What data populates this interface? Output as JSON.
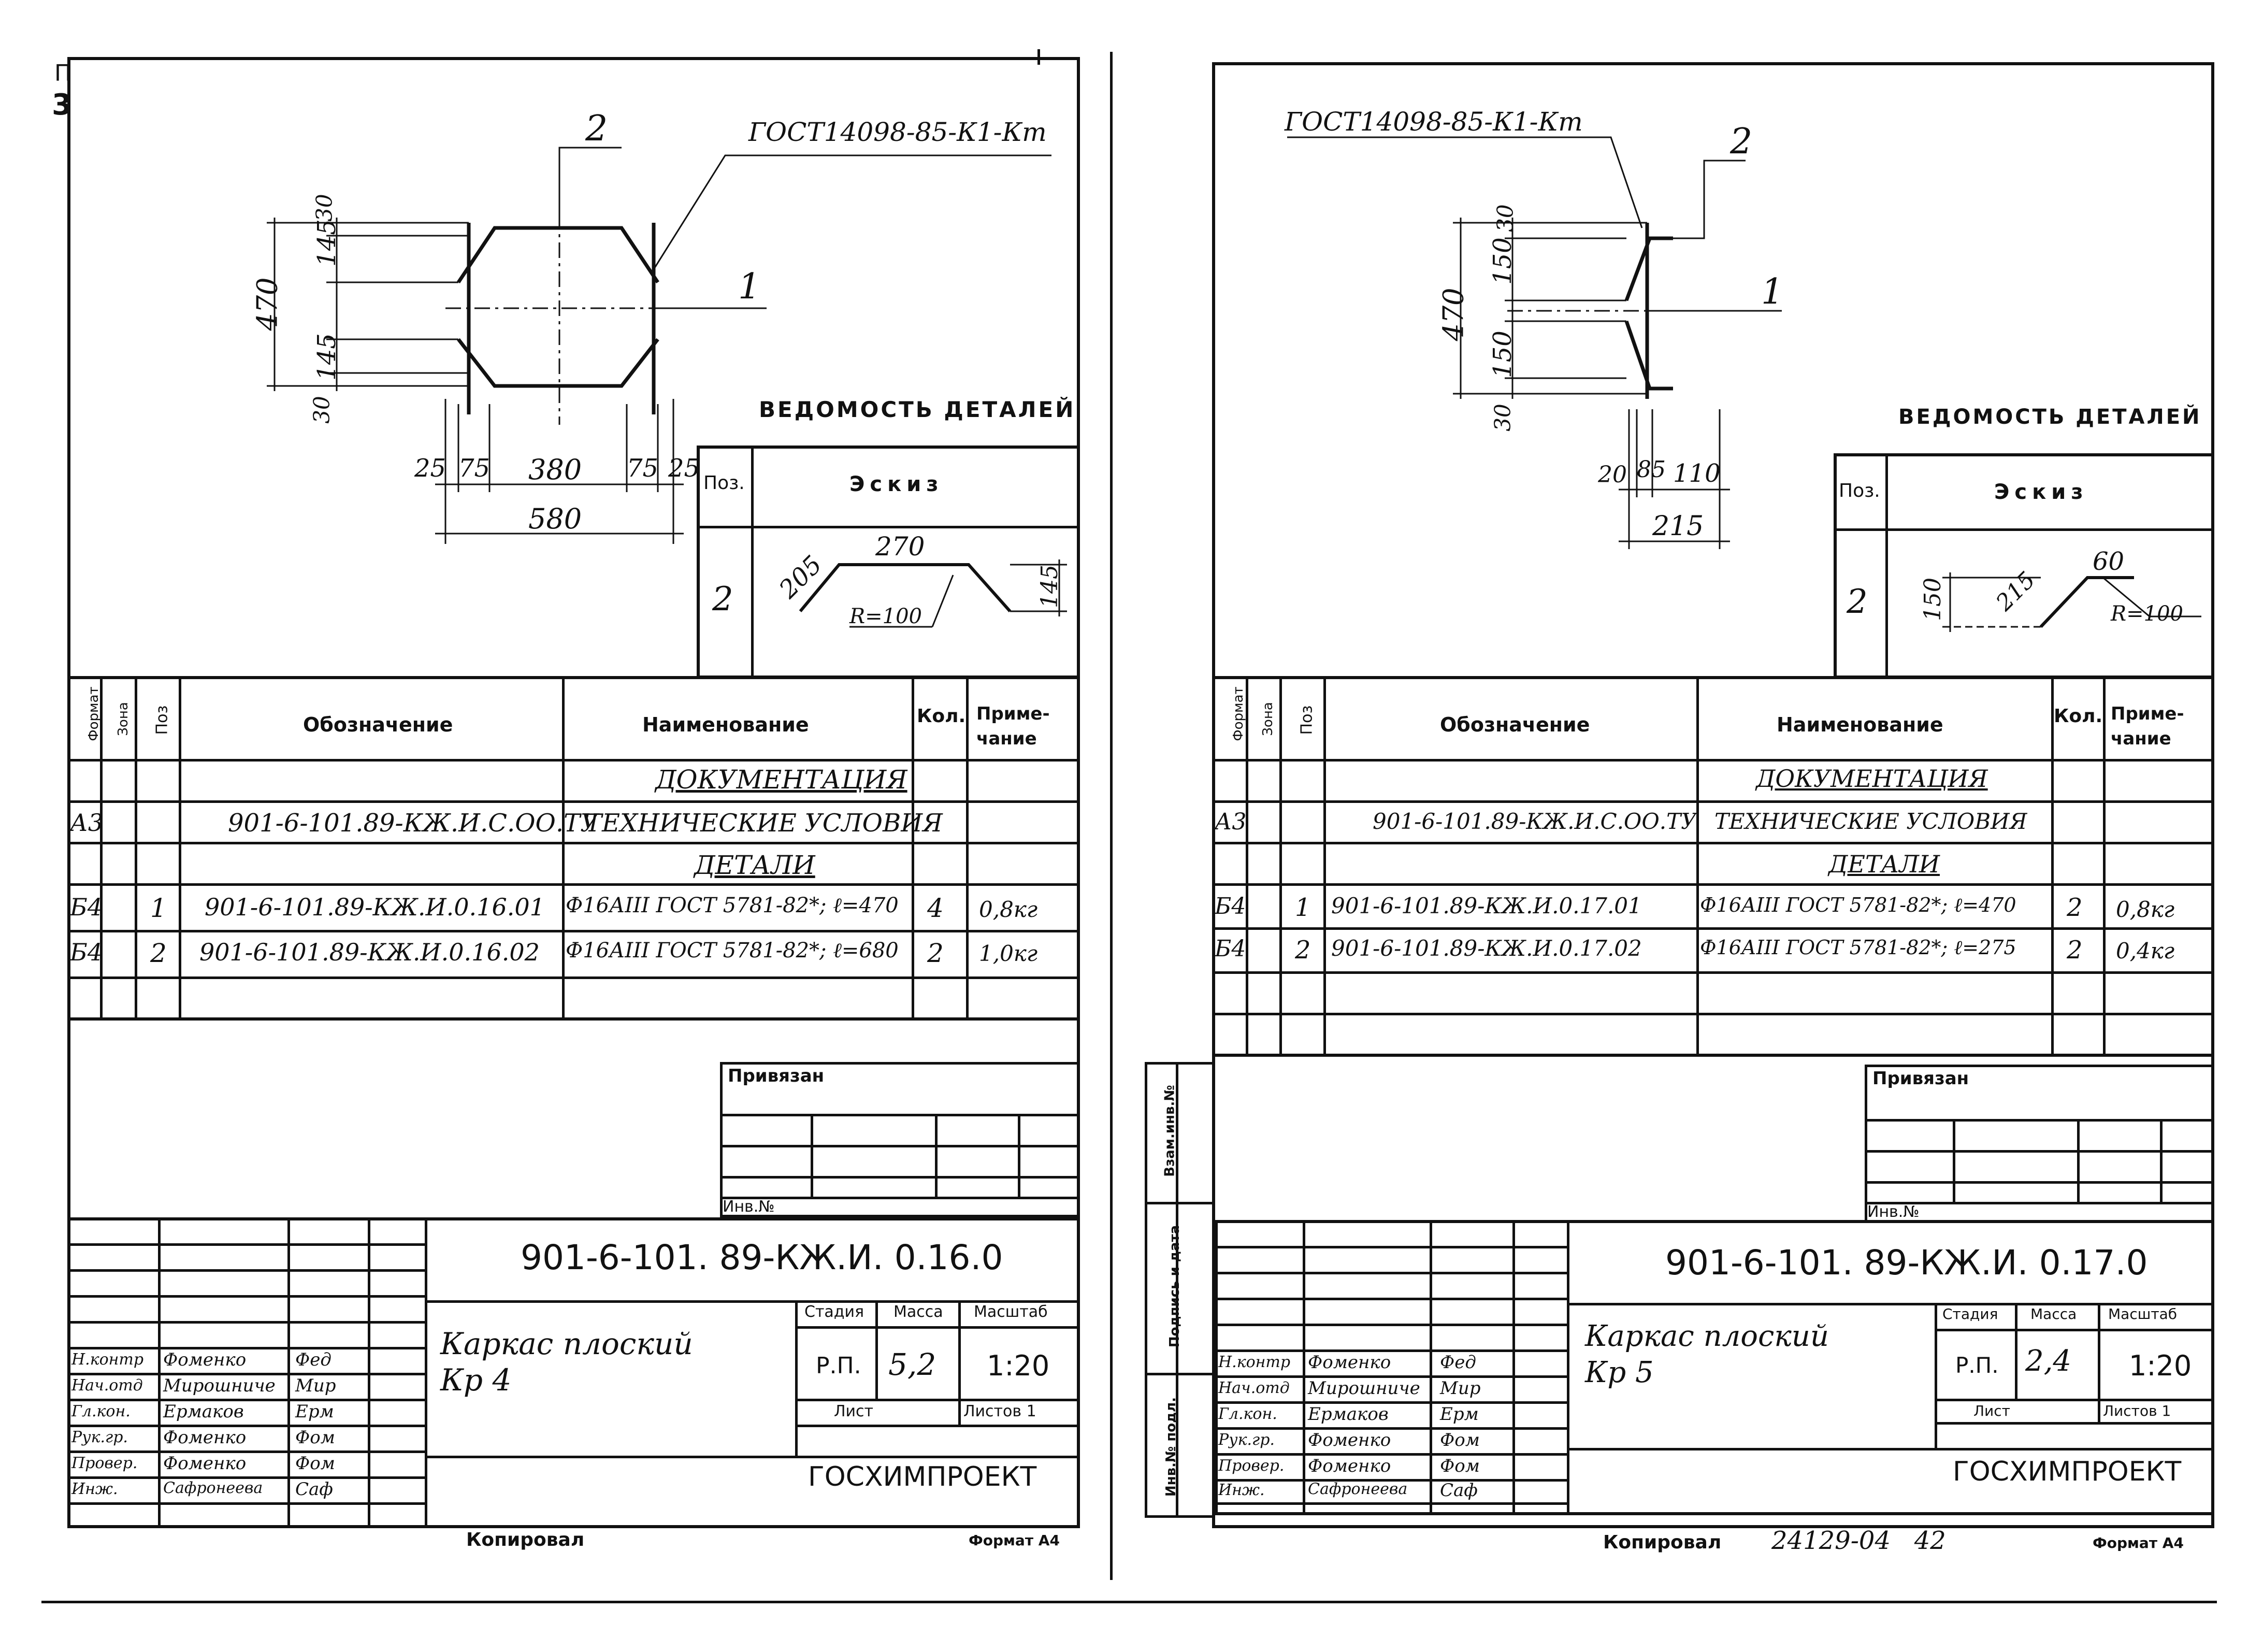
{
  "margin_marks": [
    "П",
    "3"
  ],
  "sheets": [
    {
      "id": "left",
      "weld_note": "ГОСТ14098-85-К1-Кт",
      "callout_a": "2",
      "callout_b": "1",
      "dims": {
        "h_total": "470",
        "h1": "145",
        "h2": "145",
        "t1": "30",
        "t2": "30",
        "w1": "25",
        "w2": "75",
        "w3": "380",
        "w4": "75",
        "w5": "25",
        "w_total": "580"
      },
      "details_title": "ВЕДОМОСТЬ ДЕТАЛЕЙ",
      "details_header": {
        "pos": "Поз.",
        "sketch": "Эскиз"
      },
      "details_row": {
        "pos": "2",
        "a": "205",
        "b": "270",
        "c": "145",
        "r": "R=100"
      },
      "spec_header": {
        "format": "Формат",
        "zone": "Зона",
        "pos": "Поз",
        "designation": "Обозначение",
        "name": "Наименование",
        "qty": "Кол.",
        "note": "Приме-\nчание"
      },
      "spec_rows": [
        {
          "format": "",
          "zone": "",
          "pos": "",
          "designation": "",
          "name": "ДОКУМЕНТАЦИЯ",
          "qty": "",
          "note": "",
          "heading": true
        },
        {
          "format": "А3",
          "zone": "",
          "pos": "",
          "designation": "901-6-101.89-КЖ.И.С.ОО.ТУ",
          "name": "ТЕХНИЧЕСКИЕ УСЛОВИЯ",
          "qty": "",
          "note": ""
        },
        {
          "format": "",
          "zone": "",
          "pos": "",
          "designation": "",
          "name": "ДЕТАЛИ",
          "qty": "",
          "note": "",
          "heading": true
        },
        {
          "format": "Б4",
          "zone": "",
          "pos": "1",
          "designation": "901-6-101.89-КЖ.И.0.16.01",
          "name": "Ф16АIII ГОСТ 5781-82*; ℓ=470",
          "qty": "4",
          "note": "0,8кг"
        },
        {
          "format": "Б4",
          "zone": "",
          "pos": "2",
          "designation": "901-6-101.89-КЖ.И.0.16.02",
          "name": "Ф16АIII ГОСТ 5781-82*; ℓ=680",
          "qty": "2",
          "note": "1,0кг"
        }
      ],
      "bound": {
        "label": "Привязан",
        "inv": "Инв.№"
      },
      "code": "901-6-101. 89-КЖ.И. 0.16.0",
      "title": "Каркас плоский\nКр 4",
      "stage_hdr": {
        "stage": "Стадия",
        "mass": "Масса",
        "scale": "Масштаб"
      },
      "stage_vals": {
        "stage": "Р.П.",
        "mass": "5,2",
        "scale": "1:20"
      },
      "sheet_hdr": {
        "sheet": "Лист",
        "sheets": "Листов 1"
      },
      "org": "ГОСХИМПРОЕКТ",
      "roles": [
        {
          "role": "Н.контр",
          "name": "Фоменко",
          "sign": "Фед"
        },
        {
          "role": "Нач.отд",
          "name": "Мирошниче",
          "sign": "Мир"
        },
        {
          "role": "Гл.кон.",
          "name": "Ермаков",
          "sign": "Ерм"
        },
        {
          "role": "Рук.гр.",
          "name": "Фоменко",
          "sign": "Фом"
        },
        {
          "role": "Провер.",
          "name": "Фоменко",
          "sign": "Фом"
        },
        {
          "role": "Инж.",
          "name": "Сафронеева",
          "sign": "Саф"
        }
      ],
      "copied": "Копировал",
      "format_label": "Формат А4",
      "footer_extra": ""
    },
    {
      "id": "right",
      "weld_note": "ГОСТ14098-85-К1-Кт",
      "callout_a": "2",
      "callout_b": "1",
      "dims": {
        "h_total": "470",
        "h1": "150",
        "h2": "150",
        "t1": "30",
        "t2": "30",
        "w1": "20",
        "w2": "85",
        "w3": "110",
        "w_total": "215"
      },
      "details_title": "ВЕДОМОСТЬ ДЕТАЛЕЙ",
      "details_header": {
        "pos": "Поз.",
        "sketch": "Эскиз"
      },
      "details_row": {
        "pos": "2",
        "a": "150",
        "b": "215",
        "c": "60",
        "r": "R=100"
      },
      "spec_header": {
        "format": "Формат",
        "zone": "Зона",
        "pos": "Поз",
        "designation": "Обозначение",
        "name": "Наименование",
        "qty": "Кол.",
        "note": "Приме-\nчание"
      },
      "spec_rows": [
        {
          "format": "",
          "zone": "",
          "pos": "",
          "designation": "",
          "name": "ДОКУМЕНТАЦИЯ",
          "qty": "",
          "note": "",
          "heading": true
        },
        {
          "format": "А3",
          "zone": "",
          "pos": "",
          "designation": "901-6-101.89-КЖ.И.С.ОО.ТУ",
          "name": "ТЕХНИЧЕСКИЕ УСЛОВИЯ",
          "qty": "",
          "note": ""
        },
        {
          "format": "",
          "zone": "",
          "pos": "",
          "designation": "",
          "name": "ДЕТАЛИ",
          "qty": "",
          "note": "",
          "heading": true
        },
        {
          "format": "Б4",
          "zone": "",
          "pos": "1",
          "designation": "901-6-101.89-КЖ.И.0.17.01",
          "name": "Ф16АIII ГОСТ 5781-82*; ℓ=470",
          "qty": "2",
          "note": "0,8кг"
        },
        {
          "format": "Б4",
          "zone": "",
          "pos": "2",
          "designation": "901-6-101.89-КЖ.И.0.17.02",
          "name": "Ф16АIII ГОСТ 5781-82*; ℓ=275",
          "qty": "2",
          "note": "0,4кг"
        }
      ],
      "bound": {
        "label": "Привязан",
        "inv": "Инв.№"
      },
      "code": "901-6-101. 89-КЖ.И. 0.17.0",
      "title": "Каркас плоский\nКр 5",
      "stage_hdr": {
        "stage": "Стадия",
        "mass": "Масса",
        "scale": "Масштаб"
      },
      "stage_vals": {
        "stage": "Р.П.",
        "mass": "2,4",
        "scale": "1:20"
      },
      "sheet_hdr": {
        "sheet": "Лист",
        "sheets": "Листов 1"
      },
      "org": "ГОСХИМПРОЕКТ",
      "roles": [
        {
          "role": "Н.контр",
          "name": "Фоменко",
          "sign": "Фед"
        },
        {
          "role": "Нач.отд",
          "name": "Мирошниче",
          "sign": "Мир"
        },
        {
          "role": "Гл.кон.",
          "name": "Ермаков",
          "sign": "Ерм"
        },
        {
          "role": "Рук.гр.",
          "name": "Фоменко",
          "sign": "Фом"
        },
        {
          "role": "Провер.",
          "name": "Фоменко",
          "sign": "Фом"
        },
        {
          "role": "Инж.",
          "name": "Сафронеева",
          "sign": "Саф"
        }
      ],
      "copied": "Копировал",
      "format_label": "Формат А4",
      "footer_extra": "24129-04   42"
    }
  ],
  "side_stamp": [
    "Взам.инв.№",
    "Подпись и дата",
    "Инв.№ подл."
  ]
}
